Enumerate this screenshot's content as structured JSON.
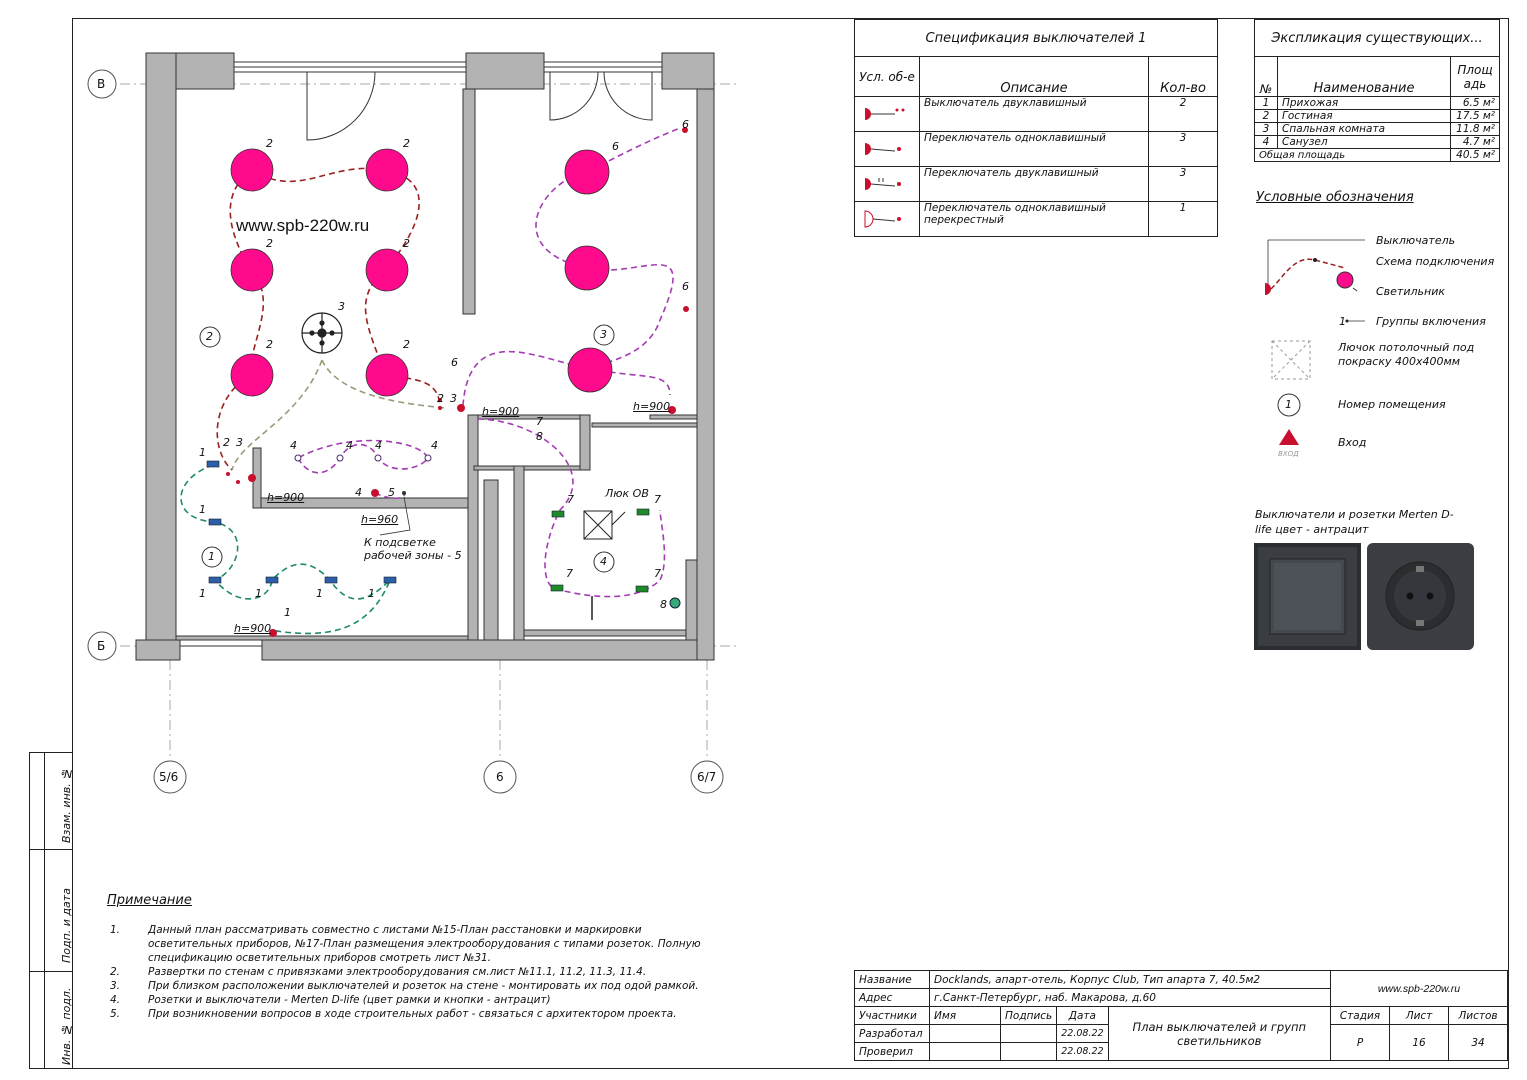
{
  "sidebar": {
    "labels": [
      "Взам. инв. №",
      "Подп. и дата",
      "Инв. № подл."
    ]
  },
  "plan": {
    "watermark": "www.spb-220w.ru",
    "axes": {
      "top_left": "В",
      "bottom_left": "Б",
      "left_col": "5/6",
      "mid_col": "6",
      "right_col": "6/7"
    },
    "room_numbers": [
      "1",
      "2",
      "3",
      "4"
    ],
    "heights": [
      "h=900",
      "h=900",
      "h=960",
      "h=900",
      "h=900"
    ],
    "work_zone_note": "К подсветке рабочей зоны - 5",
    "hatch_label": "Люк ОВ",
    "group_labels": [
      "2",
      "2",
      "2",
      "2",
      "2",
      "2",
      "3",
      "6",
      "6",
      "6",
      "6",
      "7",
      "8",
      "7",
      "7",
      "7",
      "7",
      "4",
      "4",
      "4",
      "4",
      "1",
      "1",
      "1",
      "1",
      "1",
      "1",
      "1",
      "2",
      "3",
      "4",
      "5",
      "8",
      "2",
      "3"
    ]
  },
  "spec": {
    "title": "Спецификация выключателей 1",
    "headers": [
      "Усл. об-е",
      "Описание",
      "Кол-во"
    ],
    "rows": [
      {
        "desc": "Выключатель двуклавишный",
        "qty": "2"
      },
      {
        "desc": "Переключатель одноклавишный",
        "qty": "3"
      },
      {
        "desc": "Переключатель двуклавишный",
        "qty": "3"
      },
      {
        "desc": "Переключатель одноклавишный перекрестный",
        "qty": "1"
      }
    ]
  },
  "explication": {
    "title": "Экспликация существующих...",
    "headers": [
      "№",
      "Наименование",
      "Площадь"
    ],
    "rows": [
      {
        "n": "1",
        "name": "Прихожая",
        "area": "6.5 м²"
      },
      {
        "n": "2",
        "name": "Гостиная",
        "area": "17.5 м²"
      },
      {
        "n": "3",
        "name": "Спальная комната",
        "area": "11.8 м²"
      },
      {
        "n": "4",
        "name": "Санузел",
        "area": "4.7 м²"
      }
    ],
    "total_label": "Общая площадь",
    "total_value": "40.5 м²"
  },
  "legend": {
    "title": "Условные обозначения",
    "switch": "Выключатель",
    "wiring": "Схема подключения",
    "lamp": "Светильник",
    "group_num": "1",
    "groups": "Группы включения",
    "hatch": "Лючок потолочный под покраску 400х400мм",
    "room_num_sample": "1",
    "room_num": "Номер помещения",
    "entry_small": "ВХОД",
    "entry": "Вход",
    "merten": "Выключатели и розетки Merten D-life цвет - антрацит"
  },
  "notes": {
    "title": "Примечание",
    "items": [
      {
        "n": "1.",
        "text": "Данный план рассматривать совместно с листами №15-План расстановки и маркировки осветительных приборов, №17-План размещения электрооборудования с типами розеток. Полную спецификацию осветительных приборов смотреть лист №31."
      },
      {
        "n": "2.",
        "text": "Развертки по стенам с привязками электрооборудования см.лист №11.1, 11.2, 11.3, 11.4."
      },
      {
        "n": "3.",
        "text": "При близком расположении выключателей и розеток на стене - монтировать их под одой рамкой."
      },
      {
        "n": "4.",
        "text": "Розетки и выключатели - Merten D-life (цвет рамки и кнопки - антрацит)"
      },
      {
        "n": "5.",
        "text": "При возникновении вопросов в ходе строительных работ - связаться с архитектором проекта."
      }
    ]
  },
  "stamp": {
    "name_label": "Название",
    "name_value": "Docklands, апарт-отель, Корпус Club, Тип апарта 7, 40.5м2",
    "address_label": "Адрес",
    "address_value": "г.Санкт-Петербург, наб. Макарова, д.60",
    "participants": "Участники",
    "col_name": "Имя",
    "col_sign": "Подпись",
    "col_date": "Дата",
    "developed": "Разработал",
    "developed_date": "22.08.22",
    "checked": "Проверил",
    "checked_date": "22.08.22",
    "sheet_title": "План выключателей и групп светильников",
    "site": "www.spb-220w.ru",
    "stage_label": "Стадия",
    "sheet_label": "Лист",
    "sheets_label": "Листов",
    "stage": "Р",
    "sheet": "16",
    "sheets": "34"
  },
  "colors": {
    "lamp": "#ff0a8c",
    "wire_dark_red": "#9b2020",
    "wire_purple": "#a43cb4",
    "wire_olive": "#9a9a7a",
    "wire_green": "#1e8a6a",
    "switch_red": "#c8102e",
    "wall": "#b3b3b3"
  }
}
